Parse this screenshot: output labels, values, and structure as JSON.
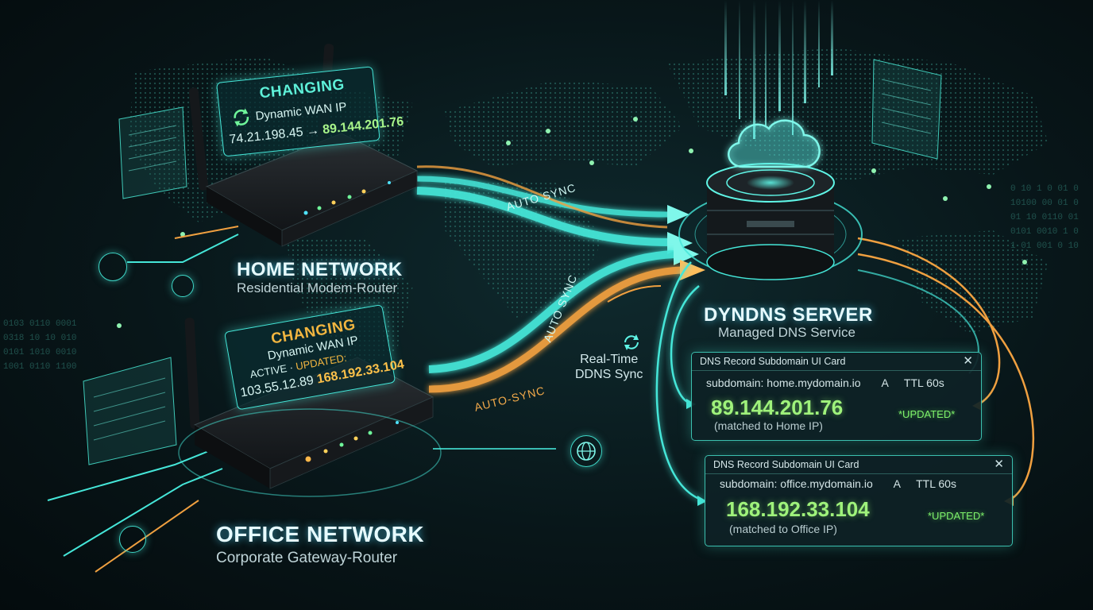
{
  "home": {
    "bubble_title": "CHANGING",
    "bubble_sub": "Dynamic WAN IP",
    "old_ip": "74.21.198.45",
    "new_ip": "89.144.201.76",
    "title": "HOME NETWORK",
    "subtitle": "Residential Modem-Router"
  },
  "office": {
    "bubble_title": "CHANGING",
    "bubble_sub": "Dynamic WAN IP",
    "status_active": "ACTIVE",
    "status_updated": "UPDATED:",
    "old_ip": "103.55.12.89",
    "new_ip": "168.192.33.104",
    "title": "OFFICE NETWORK",
    "subtitle": "Corporate Gateway-Router"
  },
  "flows": {
    "home_label": "AUTO SYNC",
    "office_label_cyan": "AUTO SYNC",
    "office_label_orange": "AUTO-SYNC",
    "realtime_line1": "Real-Time",
    "realtime_line2": "DDNS Sync"
  },
  "server": {
    "title": "DYNDNS SERVER",
    "subtitle": "Managed DNS Service"
  },
  "cards": [
    {
      "header": "DNS Record Subdomain UI Card",
      "close": "✕",
      "subdomain_label": "subdomain:",
      "subdomain": "home.mydomain.io",
      "record_type": "A",
      "ttl": "TTL 60s",
      "ip": "89.144.201.76",
      "note": "(matched to Home IP)",
      "badge": "*UPDATED*"
    },
    {
      "header": "DNS Record Subdomain UI Card",
      "close": "✕",
      "subdomain_label": "subdomain:",
      "subdomain": "office.mydomain.io",
      "record_type": "A",
      "ttl": "TTL 60s",
      "ip": "168.192.33.104",
      "note": "(matched to Office IP)",
      "badge": "*UPDATED*"
    }
  ],
  "colors": {
    "cyan": "#45e6d8",
    "orange": "#f0a040",
    "green": "#9ff27b",
    "bubble_title_home": "#5ef0d8",
    "bubble_title_office": "#f2b640"
  },
  "icons": [
    "refresh-icon",
    "globe-icon",
    "cloud-icon",
    "sync-icon"
  ]
}
